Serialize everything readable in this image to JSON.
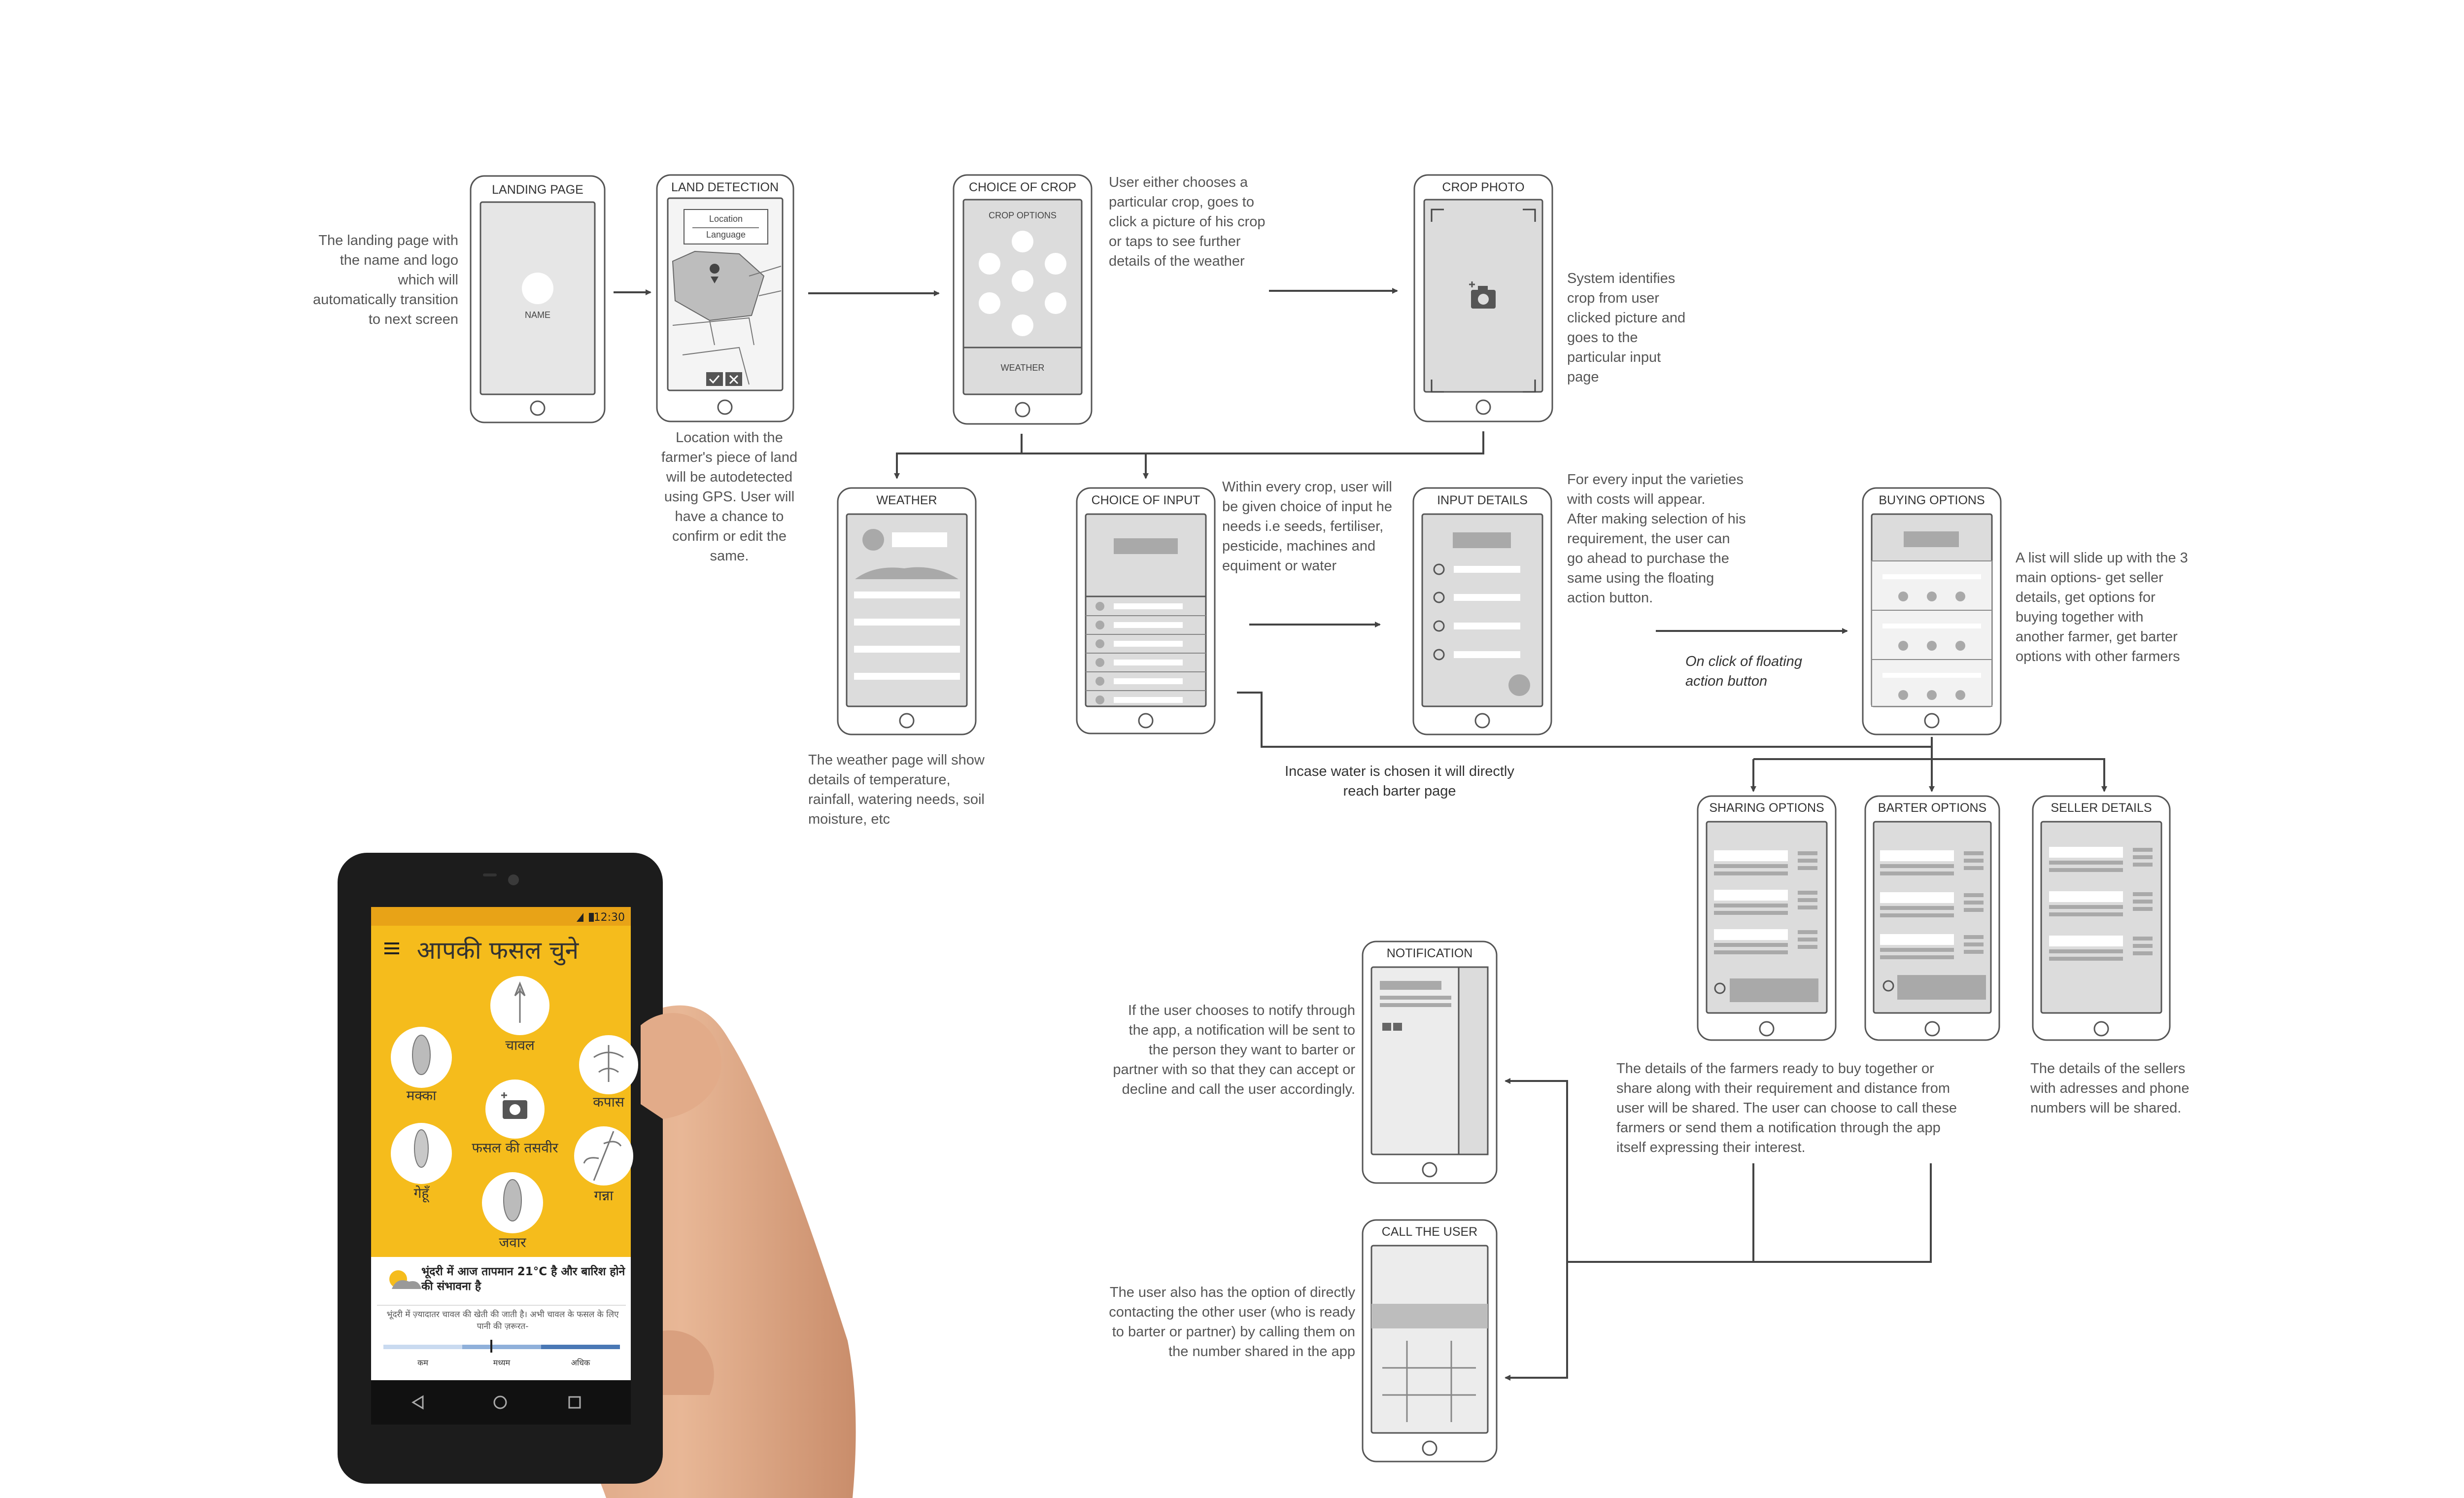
{
  "screens": {
    "landing": {
      "title": "LANDING PAGE",
      "label": "NAME"
    },
    "land_detection": {
      "title": "LAND DETECTION",
      "field1": "Location",
      "field2": "Language"
    },
    "choice_crop": {
      "title": "CHOICE OF CROP",
      "header": "CROP OPTIONS",
      "footer": "WEATHER"
    },
    "crop_photo": {
      "title": "CROP PHOTO"
    },
    "weather": {
      "title": "WEATHER"
    },
    "choice_input": {
      "title": "CHOICE OF INPUT"
    },
    "input_details": {
      "title": "INPUT DETAILS"
    },
    "buying_options": {
      "title": "BUYING OPTIONS"
    },
    "sharing_options": {
      "title": "SHARING OPTIONS"
    },
    "barter_options": {
      "title": "BARTER OPTIONS"
    },
    "seller_details": {
      "title": "SELLER DETAILS"
    },
    "notification": {
      "title": "NOTIFICATION"
    },
    "call_user": {
      "title": "CALL THE USER"
    }
  },
  "annotations": {
    "landing": "The landing page with\nthe name and logo\nwhich will\nautomatically transition\nto next screen",
    "land": "Location with the\nfarmer's piece of land\nwill be autodetected\nusing GPS. User will\nhave a chance to\nconfirm or edit the\nsame.",
    "crop": "User either chooses a\nparticular crop, goes to\nclick a picture of his crop\nor taps to see further\ndetails of the weather",
    "photo": "System identifies\ncrop from user\nclicked picture and\ngoes to the\nparticular input\npage",
    "input_choice": "Within every crop, user will\nbe given choice of input he\nneeds i.e seeds, fertiliser,\npesticide, machines and\nequiment or water",
    "input_details": "For every input the varieties\nwith costs will appear.\nAfter making selection of his\nrequirement, the user can\ngo ahead to purchase the\nsame using the floating\naction button.",
    "floating": "On click of floating\naction button",
    "buying": "A list will slide up with the 3\nmain options- get seller\ndetails, get options for\nbuying together with\nanother farmer, get barter\noptions with other farmers",
    "weather": "The weather page will show\ndetails of temperature,\nrainfall, watering needs, soil\nmoisture, etc",
    "water": "Incase water is chosen it will directly\nreach barter page",
    "farmers": "The details of the farmers ready to buy together or\nshare  along with their requirement and distance from\nuser will be shared. The user can choose to call these\nfarmers or send them a notification through the app\nitself expressing their interest.",
    "sellers": "The details of the sellers\nwith adresses and phone\nnumbers will be shared.",
    "notify": "If the user chooses to notify through\nthe app, a notification will be sent to\nthe person they want to barter or\npartner with so that they can accept or\ndecline and call the user accordingly.",
    "call": "The user also has the option of directly\ncontacting the other user (who is ready\nto barter or partner) by calling them on\nthe number shared in the app"
  },
  "phone_app": {
    "time": "12:30",
    "heading": "आपकी फसल चुने",
    "crops": [
      "चावल",
      "मक्का",
      "कपास",
      "फसल की तसवीर",
      "गेहूँ",
      "गन्ना",
      "जवार"
    ],
    "weather_text": "भूंदरी में आज तापमान 21°C है और बारिश होने की संभावना है",
    "advice_text": "भूंदरी में ज़्यादातर चावल की खेती की जाती है। अभी चावल के फसल के लिए पानी की ज़रूरत-",
    "scale_labels": [
      "कम",
      "मध्यम",
      "अधिक"
    ],
    "colors": {
      "app_yellow": "#F5BC1C",
      "status_orange": "#E8A317",
      "scale_blue": "#4A78B5"
    }
  }
}
